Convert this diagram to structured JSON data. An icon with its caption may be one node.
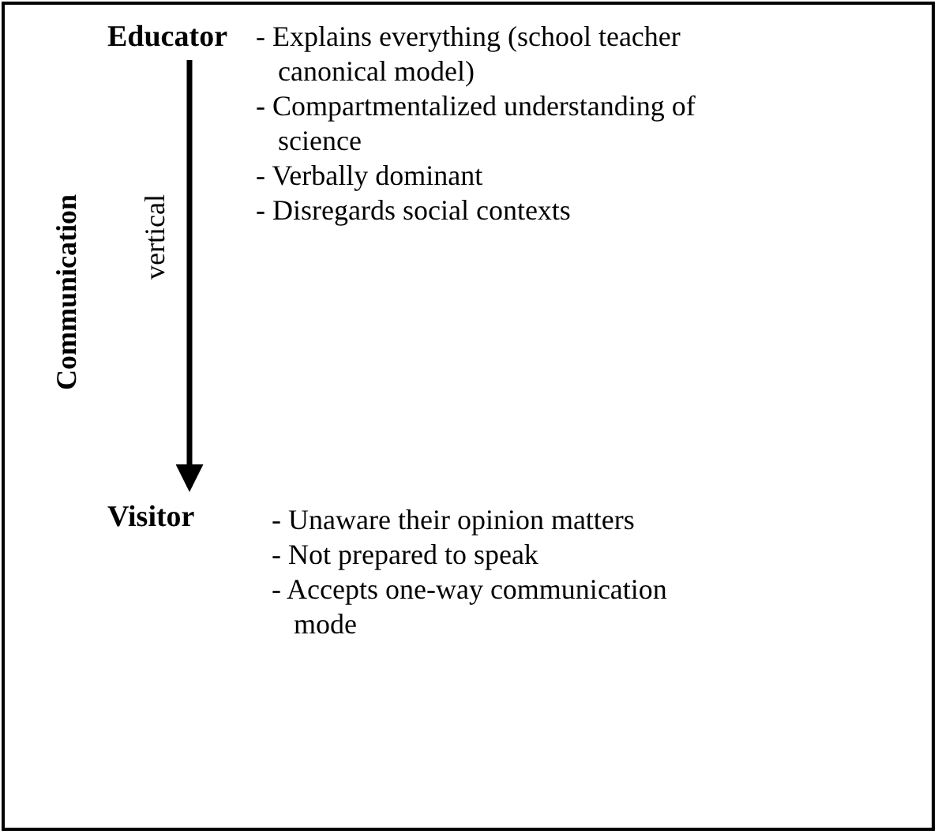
{
  "diagram": {
    "nodes": [
      {
        "text": [
          "Educator"
        ],
        "beside": [
          "- Explains everything (school teacher canonical model)",
          "- Compartmentalized understanding of science",
          "- Verbally dominant",
          "- Disregards social contexts"
        ]
      },
      {
        "text": [
          "Visitor"
        ],
        "beside": [
          "- Unaware their opinion matters",
          "- Not prepared to speak",
          "- Accepts one-way communication mode"
        ]
      }
    ],
    "edges": [
      {
        "from": 0,
        "to": 1,
        "arrow": "to",
        "label": "vertical"
      }
    ],
    "labels": [
      "Communication"
    ]
  }
}
